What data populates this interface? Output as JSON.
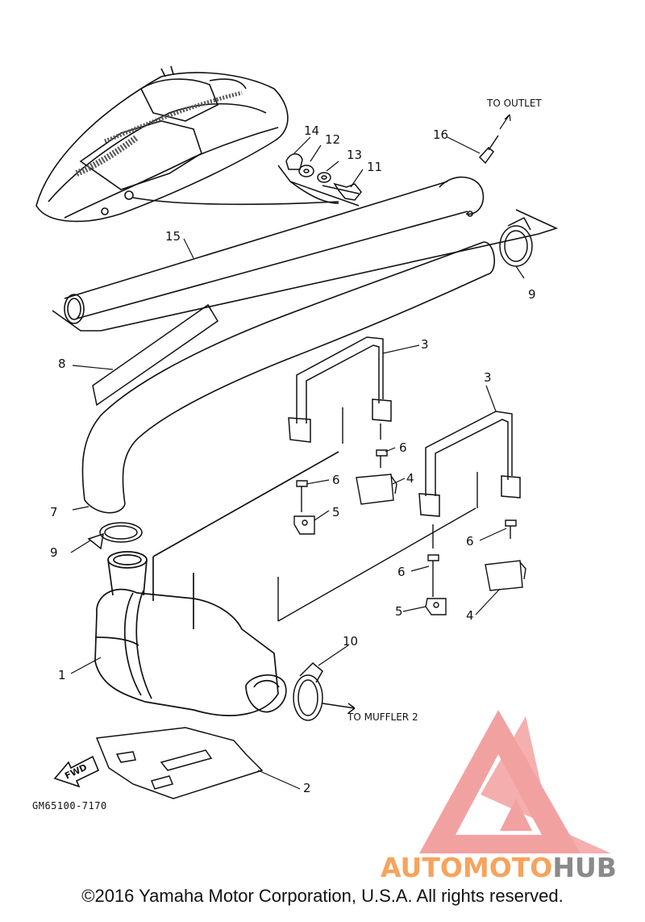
{
  "diagram": {
    "callouts": {
      "c1": "1",
      "c2": "2",
      "c3a": "3",
      "c3b": "3",
      "c4a": "4",
      "c4b": "4",
      "c5a": "5",
      "c5b": "5",
      "c6a": "6",
      "c6b": "6",
      "c6c": "6",
      "c6d": "6",
      "c7": "7",
      "c8": "8",
      "c9a": "9",
      "c9b": "9",
      "c10": "10",
      "c11": "11",
      "c12": "12",
      "c13": "13",
      "c14": "14",
      "c15": "15",
      "c16": "16"
    },
    "notes": {
      "to_outlet": "TO OUTLET",
      "to_muffler": "TO MUFFLER 2"
    },
    "fwd_label": "FWD",
    "drawing_code": "GM65100-7170"
  },
  "watermark": {
    "brand_part1": "AUTOMOTO",
    "brand_part2": "HUB",
    "color_triangle": "#f08a8a",
    "color_text_primary": "#f7a35c",
    "color_text_secondary": "#8a8a8a"
  },
  "footer": {
    "copyright": "©2016 Yamaha Motor Corporation, U.S.A. All rights reserved."
  }
}
